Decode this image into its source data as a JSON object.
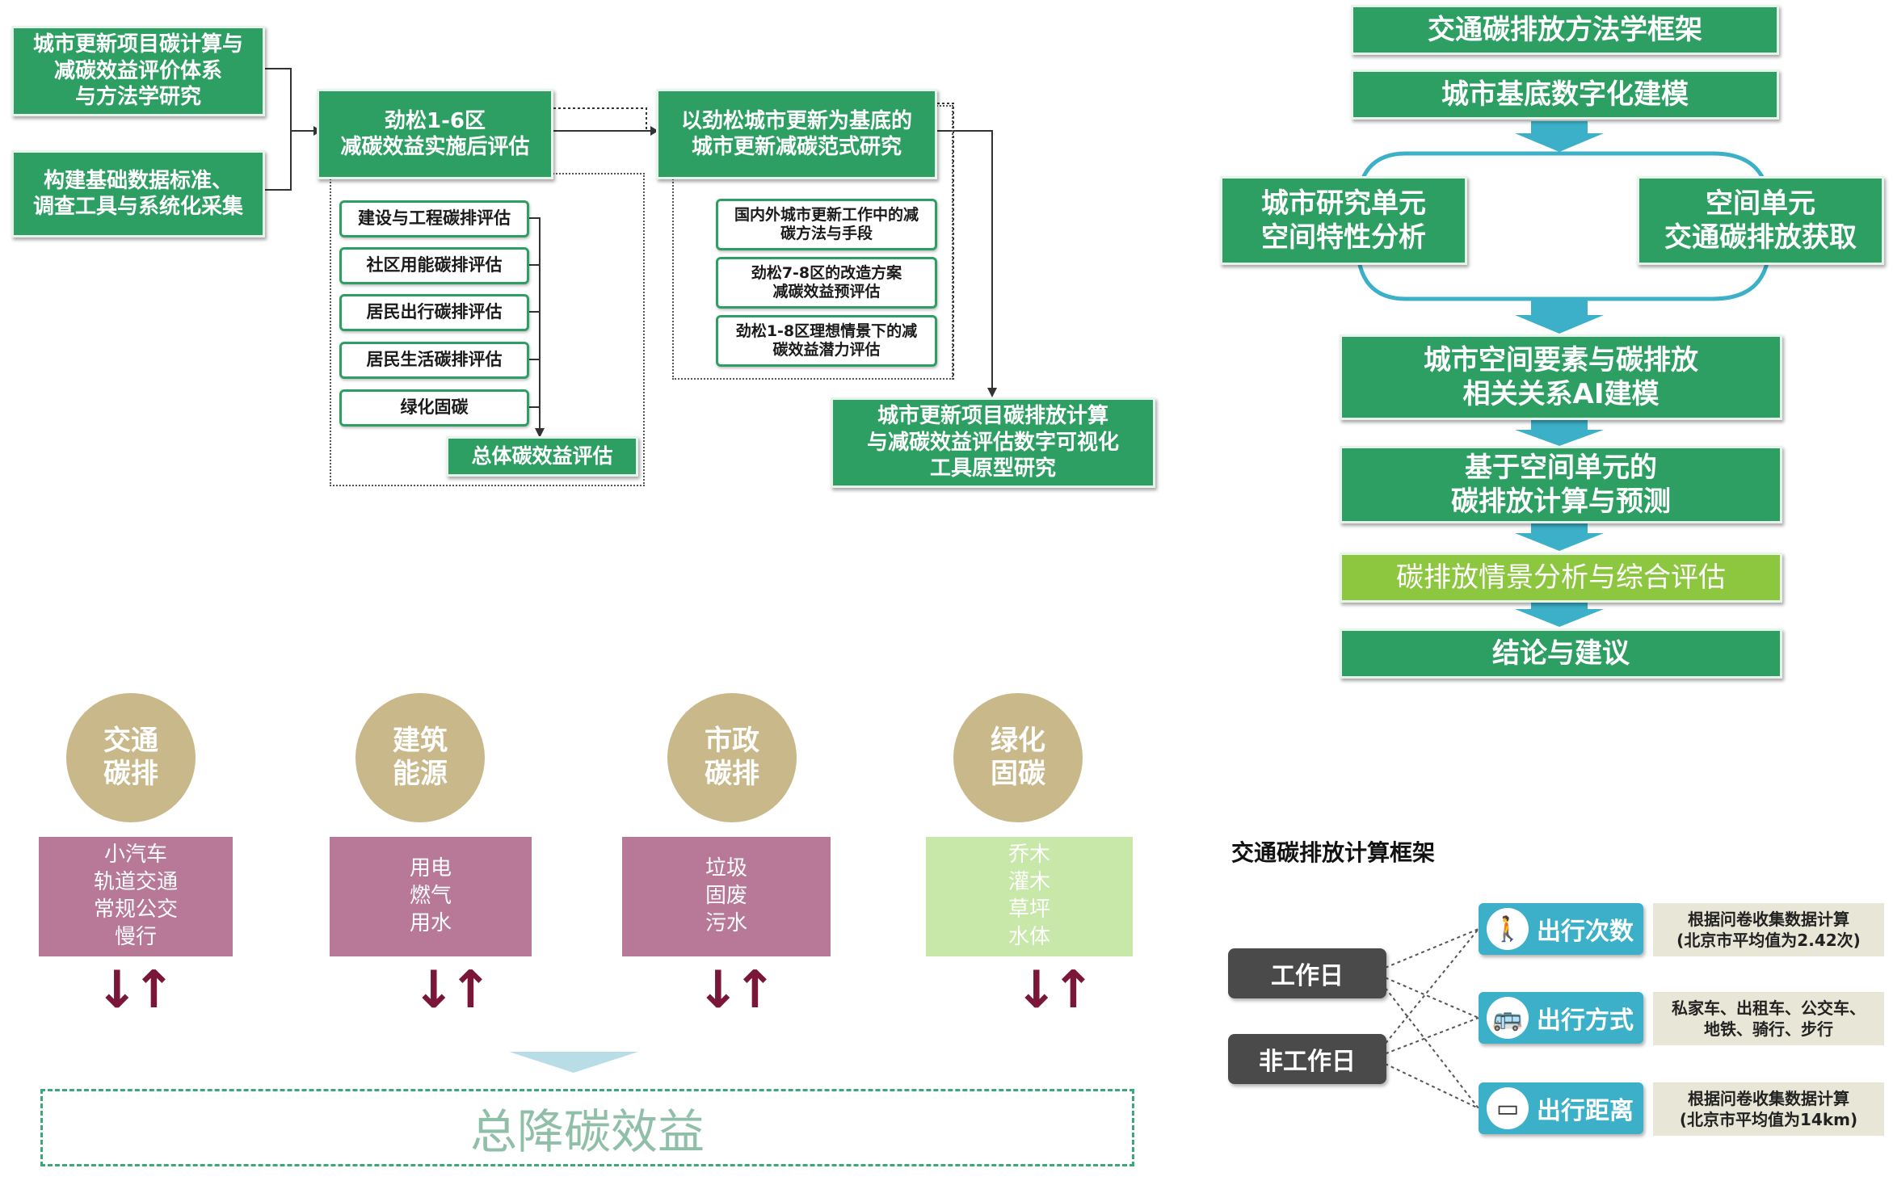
{
  "left_diagram": {
    "top_left_1": "城市更新项目碳计算与\n减碳效益评价体系\n与方法学研究",
    "top_left_2": "构建基础数据标准、\n调查工具与系统化采集",
    "mid_title": "劲松1-6区\n减碳效益实施后评估",
    "mid_items": [
      "建设与工程碳排评估",
      "社区用能碳排评估",
      "居民出行碳排评估",
      "居民生活碳排评估",
      "绿化固碳"
    ],
    "mid_total": "总体碳效益评估",
    "right_title": "以劲松城市更新为基底的\n城市更新减碳范式研究",
    "right_items": [
      "国内外城市更新工作中的减\n碳方法与手段",
      "劲松7-8区的改造方案\n减碳效益预评估",
      "劲松1-8区理想情景下的减\n碳效益潜力评估"
    ],
    "tool": "城市更新项目碳排放计算\n与减碳效益评估数字可视化\n工具原型研究"
  },
  "right_flow": {
    "title": "交通碳排放方法学框架",
    "step1": "城市基底数字化建模",
    "left_unit": "城市研究单元\n空间特性分析",
    "right_unit": "空间单元\n交通碳排放获取",
    "step3": "城市空间要素与碳排放\n相关关系AI建模",
    "step4": "基于空间单元的\n碳排放计算与预测",
    "step5": "碳排放情景分析与综合评估",
    "step6": "结论与建议"
  },
  "bottom_left": {
    "circles": [
      "交通\n碳排",
      "建筑\n能源",
      "市政\n碳排",
      "绿化\n固碳"
    ],
    "boxes": [
      "小汽车\n轨道交通\n常规公交\n慢行",
      "用电\n燃气\n用水",
      "垃圾\n固废\n污水",
      "乔木\n灌木\n草坪\n水体"
    ],
    "arrows": "↓↑",
    "total": "总降碳效益"
  },
  "bottom_right": {
    "title": "交通碳排放计算框架",
    "workday": "工作日",
    "nonworkday": "非工作日",
    "items": [
      {
        "label": "出行次数",
        "icon": "walk-icon",
        "glyph": "🚶",
        "note": "根据问卷收集数据计算\n(北京市平均值为2.42次)"
      },
      {
        "label": "出行方式",
        "icon": "bus-icon",
        "glyph": "🚌",
        "note": "私家车、出租车、公交车、\n地铁、骑行、步行"
      },
      {
        "label": "出行距离",
        "icon": "ruler-icon",
        "glyph": "▭",
        "note": "根据问卷收集数据计算\n(北京市平均值为14km)"
      }
    ]
  },
  "colors": {
    "green": "#2e9f63",
    "light_green": "#8dc63f",
    "teal": "#3cb0c8",
    "tan": "#c8b88a",
    "pink": "#b87898",
    "arrow": "#7a1638"
  }
}
